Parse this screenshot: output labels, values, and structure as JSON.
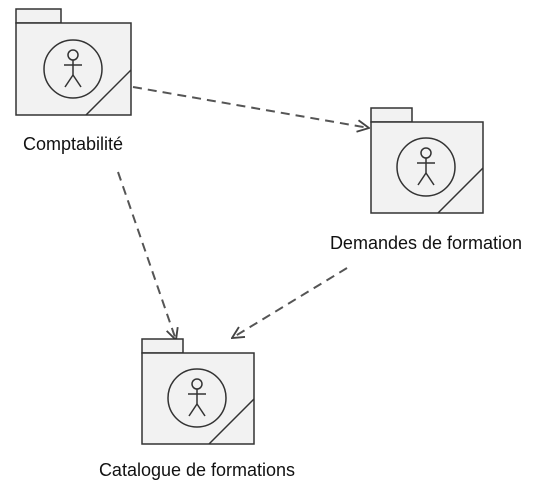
{
  "diagram": {
    "packages": [
      {
        "id": "comptabilite",
        "label": "Comptabilité",
        "icon": "actor-icon"
      },
      {
        "id": "demandes",
        "label": "Demandes de formation",
        "icon": "actor-icon"
      },
      {
        "id": "catalogue",
        "label": "Catalogue de formations",
        "icon": "actor-icon"
      }
    ],
    "dependencies": [
      {
        "from": "comptabilite",
        "to": "demandes",
        "style": "dashed"
      },
      {
        "from": "comptabilite",
        "to": "catalogue",
        "style": "dashed"
      },
      {
        "from": "demandes",
        "to": "catalogue",
        "style": "dashed"
      }
    ],
    "colors": {
      "stroke": "#333333",
      "fill": "#f2f2f2",
      "text": "#111111"
    }
  }
}
